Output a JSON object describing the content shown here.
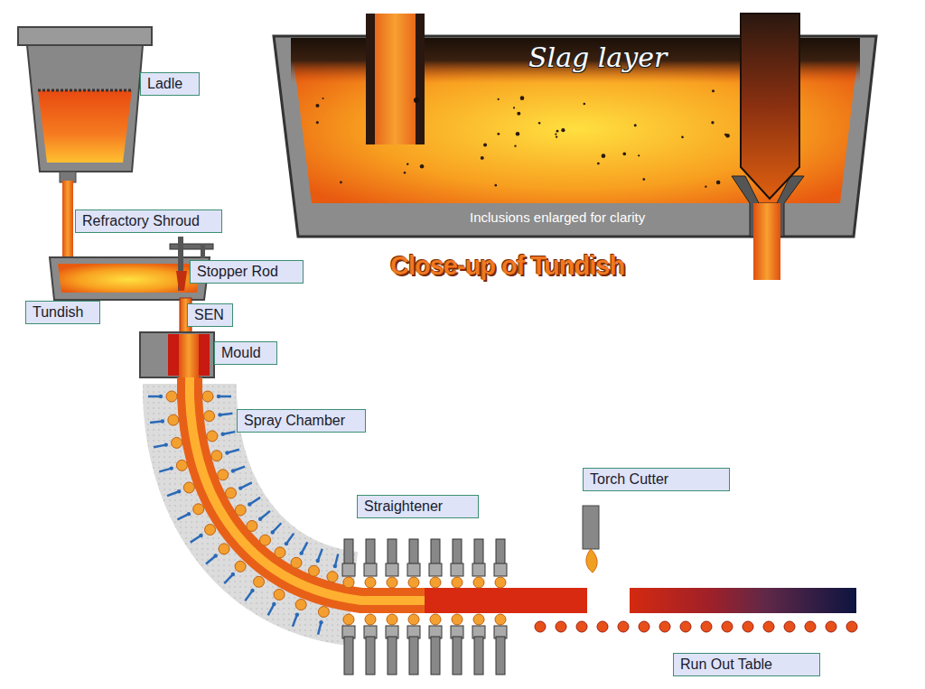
{
  "diagram": {
    "nodes": [
      {
        "text": [
          "Ladle"
        ]
      },
      {
        "text": [
          "Refractory Shroud"
        ]
      },
      {
        "text": [
          "Stopper Rod"
        ]
      },
      {
        "text": [
          "Tundish"
        ]
      },
      {
        "text": [
          "SEN"
        ]
      },
      {
        "text": [
          "Mould"
        ]
      },
      {
        "text": [
          "Spray Chamber"
        ]
      },
      {
        "text": [
          "Torch Cutter"
        ]
      },
      {
        "text": [
          "Straightener"
        ]
      },
      {
        "text": [
          "Run Out Table"
        ]
      }
    ],
    "labels": [
      "Slag layer",
      "Inclusions enlarged for clarity",
      "Close-up of Tundish"
    ]
  }
}
